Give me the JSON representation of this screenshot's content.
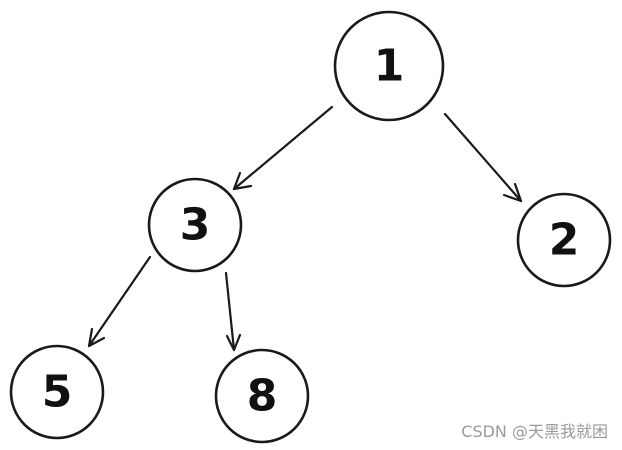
{
  "diagram": {
    "nodes": [
      {
        "id": "n1",
        "label": "1"
      },
      {
        "id": "n3",
        "label": "3"
      },
      {
        "id": "n2",
        "label": "2"
      },
      {
        "id": "n5",
        "label": "5"
      },
      {
        "id": "n8",
        "label": "8"
      }
    ],
    "edges": [
      {
        "from": "n1",
        "to": "n3"
      },
      {
        "from": "n1",
        "to": "n2"
      },
      {
        "from": "n3",
        "to": "n5"
      },
      {
        "from": "n3",
        "to": "n8"
      }
    ]
  },
  "watermark": "CSDN @天黑我就困"
}
